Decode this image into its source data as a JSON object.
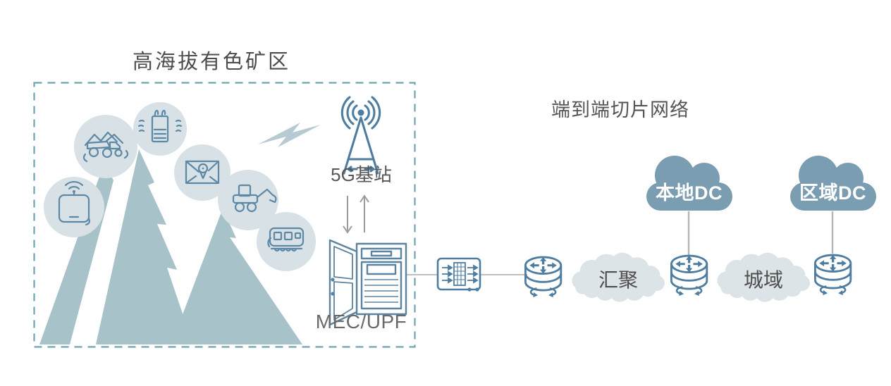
{
  "page": {
    "background": "#ffffff"
  },
  "mine_area": {
    "title": "高海拔有色矿区",
    "icon_names": [
      "mining-truck-icon",
      "smelter-icon",
      "map-location-icon",
      "cpe-device-icon",
      "excavator-icon",
      "train-icon",
      "mountain-graphic",
      "lightning-icon"
    ]
  },
  "ran": {
    "base_station_label": "5G基站",
    "mec_label": "MEC/UPF"
  },
  "slicing_network": {
    "title": "端到端切片网络",
    "aggregation_cloud": "汇聚",
    "metro_cloud": "城域",
    "local_dc": "本地DC",
    "regional_dc": "区域DC"
  },
  "colors": {
    "dashed_border": "#6ea3b2",
    "mountain": "#a8c2ca",
    "icon_circle_bg": "#d7e1e6",
    "icon_stroke": "#5e89a6",
    "device_stroke": "#4e7da1",
    "solid_cloud": "#7b9db2",
    "light_cloud": "#dce4e8",
    "heading_text": "#4d4d4d",
    "label_text": "#6a6a6a",
    "cloud_text": "#ffffff",
    "connector": "#a9acae",
    "arrow": "#9b9b9b",
    "lightning": "#b7cad2"
  }
}
